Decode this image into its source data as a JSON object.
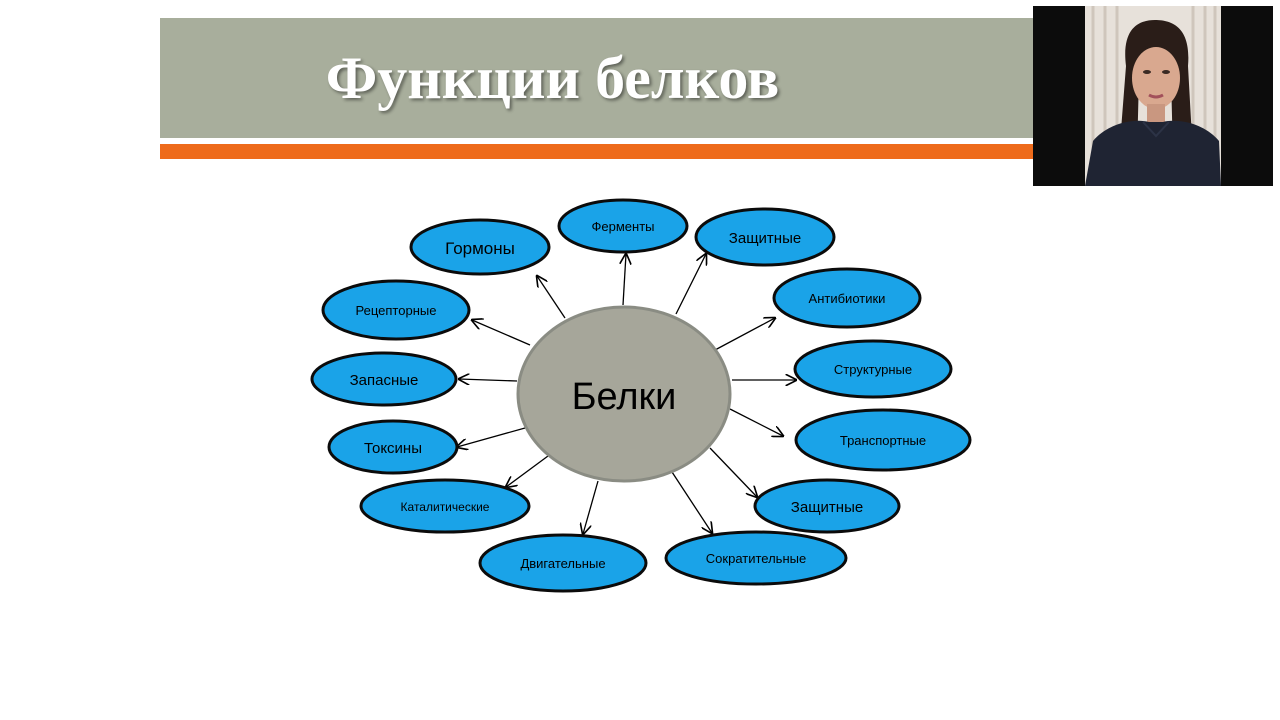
{
  "slide": {
    "title": "Функции белков"
  },
  "diagram": {
    "center": "Белки",
    "nodes": [
      "Гормоны",
      "Ферменты",
      "Защитные",
      "Антибиотики",
      "Рецепторные",
      "Запасные",
      "Структурные",
      "Токсины",
      "Транспортные",
      "Каталитические",
      "Защитные",
      "Двигательные",
      "Сократительные"
    ]
  },
  "colors": {
    "banner": "#a8ae9c",
    "accent_bar": "#ee6b1b",
    "node_fill": "#1aa3e8",
    "center_fill": "#a6a69a"
  },
  "webcam": {
    "icon": "presenter-video"
  }
}
